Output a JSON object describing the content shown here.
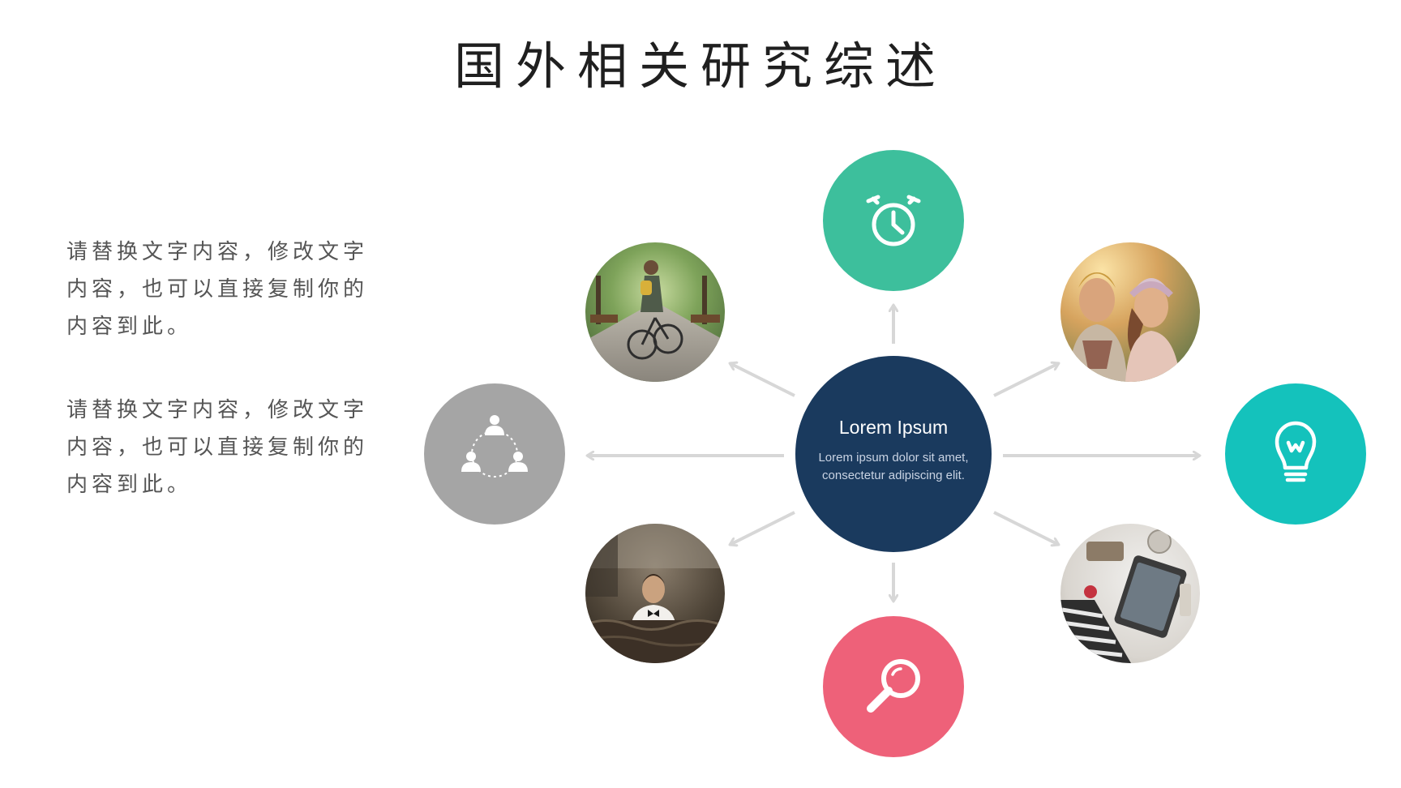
{
  "title": "国外相关研究综述",
  "paragraphs": [
    "请替换文字内容，修改文字内容，也可以直接复制你的内容到此。",
    "请替换文字内容，修改文字内容，也可以直接复制你的内容到此。"
  ],
  "center": {
    "title": "Lorem Ipsum",
    "desc_line1": "Lorem ipsum dolor sit amet,",
    "desc_line2": "consectetur adipiscing elit.",
    "color": "#1a3a5e"
  },
  "colors": {
    "top_node": "#3dbf9c",
    "right_node": "#14c2bc",
    "bottom_node": "#ee6179",
    "left_node": "#a5a5a5",
    "arrow": "#d7d7d7"
  },
  "icons": {
    "top": "stopwatch-icon",
    "right": "lightbulb-icon",
    "bottom": "magnifier-icon",
    "left": "team-network-icon"
  }
}
